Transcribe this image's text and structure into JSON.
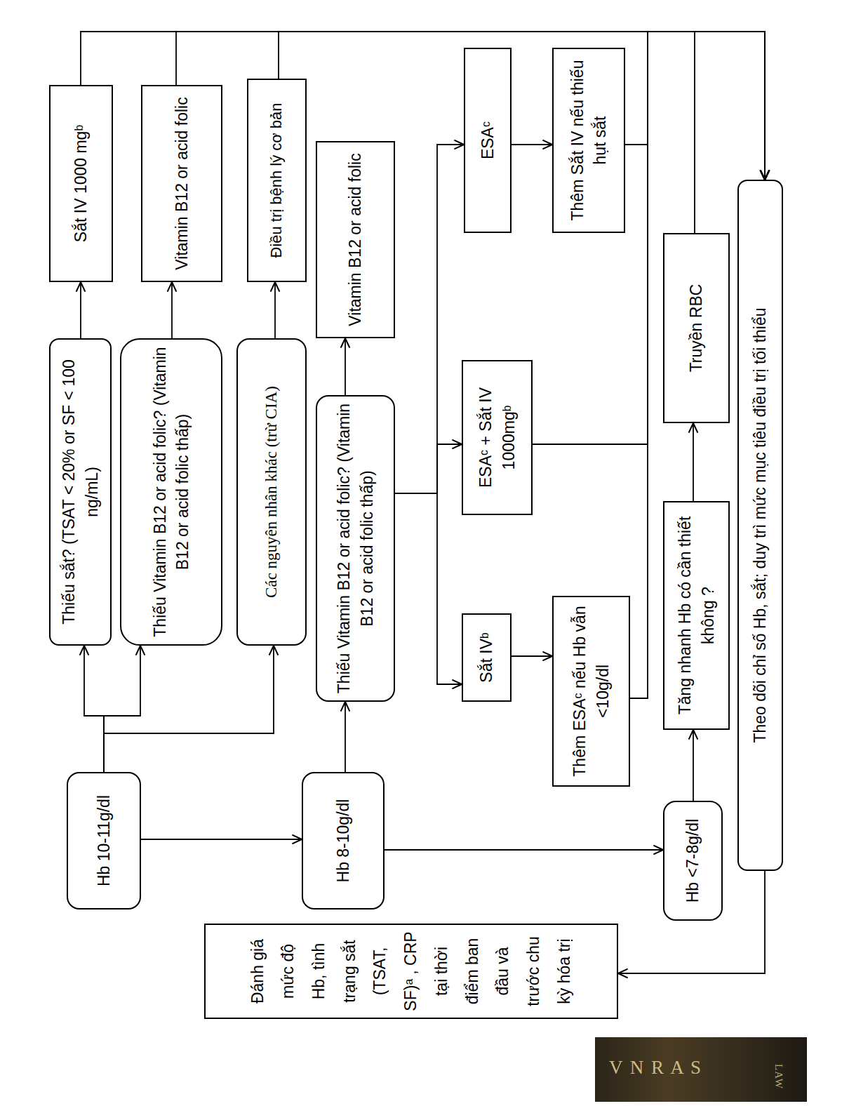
{
  "diagram": {
    "nodes": [
      {
        "text": [
          "Hb 10-11g/dl"
        ]
      },
      {
        "text": [
          "Thiếu sắt? (TSAT < 20% or SF < 100 ng/mL)"
        ]
      },
      {
        "text": [
          "Sắt IV 1000 mgᵇ"
        ]
      },
      {
        "text": [
          "Thiếu Vitamin B12 or acid folic? (Vitamin B12 or acid folic thấp)"
        ]
      },
      {
        "text": [
          "Vitamin B12 or acid folic"
        ]
      },
      {
        "text": [
          "Các nguyên nhân khác (trừ CIA)"
        ]
      },
      {
        "text": [
          "Điều trị bệnh lý cơ bản"
        ]
      },
      {
        "text": [
          "Đánh giá mức độ Hb, tình trạng sắt (TSAT, SF)ᵃ , CRP tại thời điểm ban đầu và trước chu kỳ hóa trị"
        ]
      },
      {
        "text": [
          "Hb 8-10g/dl"
        ]
      },
      {
        "text": [
          "Thiếu Vitamin B12 or acid folic? (Vitamin B12 or acid folic thấp)"
        ]
      },
      {
        "text": [
          "Vitamin B12 or acid folic"
        ]
      },
      {
        "text": [
          "Sắt IVᵇ"
        ]
      },
      {
        "text": [
          "Thêm ESAᶜ nếu Hb vẫn <10g/dl"
        ]
      },
      {
        "text": [
          "ESAᶜ + Sắt IV 1000mgᵇ"
        ]
      },
      {
        "text": [
          "ESAᶜ"
        ]
      },
      {
        "text": [
          "Thêm Sắt IV nếu thiếu hụt sắt"
        ]
      },
      {
        "text": [
          "Hb <7-8g/dl"
        ]
      },
      {
        "text": [
          "Tăng nhanh Hb có cần thiết không ?"
        ]
      },
      {
        "text": [
          "Truyền RBC"
        ]
      },
      {
        "text": [
          "Theo dõi chỉ số Hb, sắt; duy trì mức mục tiêu điều trị tối thiểu"
        ]
      }
    ],
    "edges": [
      {
        "from": 0,
        "to": 1,
        "arrow": "to"
      },
      {
        "from": 0,
        "to": 3,
        "arrow": "to"
      },
      {
        "from": 0,
        "to": 5,
        "arrow": "to"
      },
      {
        "from": 1,
        "to": 2,
        "arrow": "to"
      },
      {
        "from": 3,
        "to": 4,
        "arrow": "to"
      },
      {
        "from": 5,
        "to": 6,
        "arrow": "to"
      },
      {
        "from": 0,
        "to": 8,
        "arrow": "to"
      },
      {
        "from": 8,
        "to": 9,
        "arrow": "to"
      },
      {
        "from": 9,
        "to": 10,
        "arrow": "to"
      },
      {
        "from": 8,
        "to": 16,
        "arrow": "to"
      },
      {
        "from": 9,
        "to": 11,
        "arrow": "to"
      },
      {
        "from": 9,
        "to": 13,
        "arrow": "to"
      },
      {
        "from": 9,
        "to": 14,
        "arrow": "to"
      },
      {
        "from": 11,
        "to": 12,
        "arrow": "to"
      },
      {
        "from": 14,
        "to": 15,
        "arrow": "to"
      },
      {
        "from": 16,
        "to": 17,
        "arrow": "to"
      },
      {
        "from": 17,
        "to": 18,
        "arrow": "to"
      },
      {
        "from": 2,
        "to": 19,
        "arrow": "to"
      },
      {
        "from": 4,
        "to": 19,
        "arrow": "to"
      },
      {
        "from": 6,
        "to": 19,
        "arrow": "to"
      },
      {
        "from": 12,
        "to": 19,
        "arrow": "to"
      },
      {
        "from": 13,
        "to": 19,
        "arrow": "to"
      },
      {
        "from": 15,
        "to": 19,
        "arrow": "to"
      },
      {
        "from": 18,
        "to": 19,
        "arrow": "to"
      },
      {
        "from": 19,
        "to": 7,
        "arrow": "to"
      }
    ],
    "labels": [
      "V N R A S",
      "LAW"
    ]
  }
}
